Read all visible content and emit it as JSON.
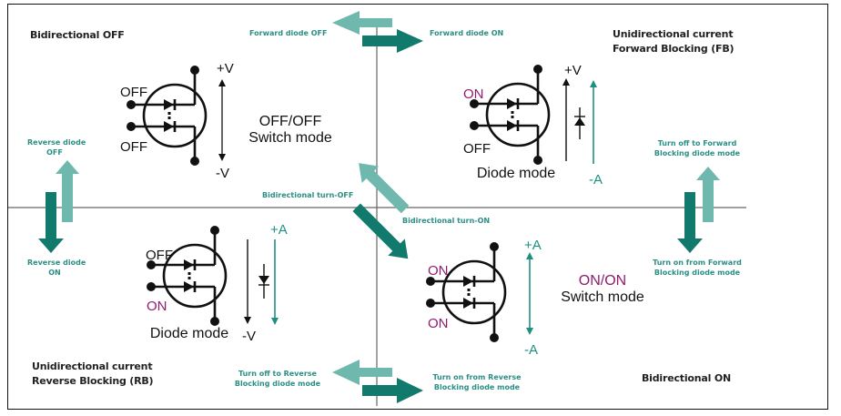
{
  "colors": {
    "dark_teal": "#127a6d",
    "light_teal": "#6fb8ae",
    "label_teal": "#2a8f84",
    "on_magenta": "#8e1c6e",
    "axis_gray": "#666666",
    "text": "#111111"
  },
  "quadrants": {
    "top_left": {
      "title": "Bidirectional OFF",
      "gate_top": "OFF",
      "gate_bottom": "OFF",
      "axis_top": "+V",
      "axis_bottom": "-V",
      "mode_state": "OFF/OFF",
      "mode_name": "Switch mode"
    },
    "top_right": {
      "title_line1": "Unidirectional current",
      "title_line2": "Forward Blocking (FB)",
      "gate_top": "ON",
      "gate_bottom": "OFF",
      "axis_voltage": "+V",
      "axis_current": "-A",
      "mode_name": "Diode mode"
    },
    "bottom_left": {
      "title_line1": "Unidirectional current",
      "title_line2": "Reverse Blocking (RB)",
      "gate_top": "OFF",
      "gate_bottom": "ON",
      "axis_voltage": "-V",
      "axis_current": "+A",
      "mode_name": "Diode mode"
    },
    "bottom_right": {
      "title": "Bidirectional ON",
      "gate_top": "ON",
      "gate_bottom": "ON",
      "axis_top": "+A",
      "axis_bottom": "-A",
      "mode_state": "ON/ON",
      "mode_name": "Switch mode"
    }
  },
  "transitions": {
    "forward_diode_off": "Forward diode OFF",
    "forward_diode_on": "Forward diode ON",
    "reverse_diode_off_line1": "Reverse diode",
    "reverse_diode_off_line2": "OFF",
    "reverse_diode_on_line1": "Reverse diode",
    "reverse_diode_on_line2": "ON",
    "bidirectional_turn_off": "Bidirectional turn-OFF",
    "bidirectional_turn_on": "Bidirectional turn-ON",
    "turn_off_fb_line1": "Turn off to Forward",
    "turn_off_fb_line2": "Blocking diode mode",
    "turn_on_fb_line1": "Turn on from Forward",
    "turn_on_fb_line2": "Blocking diode mode",
    "turn_off_rb_line1": "Turn off to Reverse",
    "turn_off_rb_line2": "Blocking diode mode",
    "turn_on_rb_line1": "Turn on from Reverse",
    "turn_on_rb_line2": "Blocking diode mode"
  }
}
